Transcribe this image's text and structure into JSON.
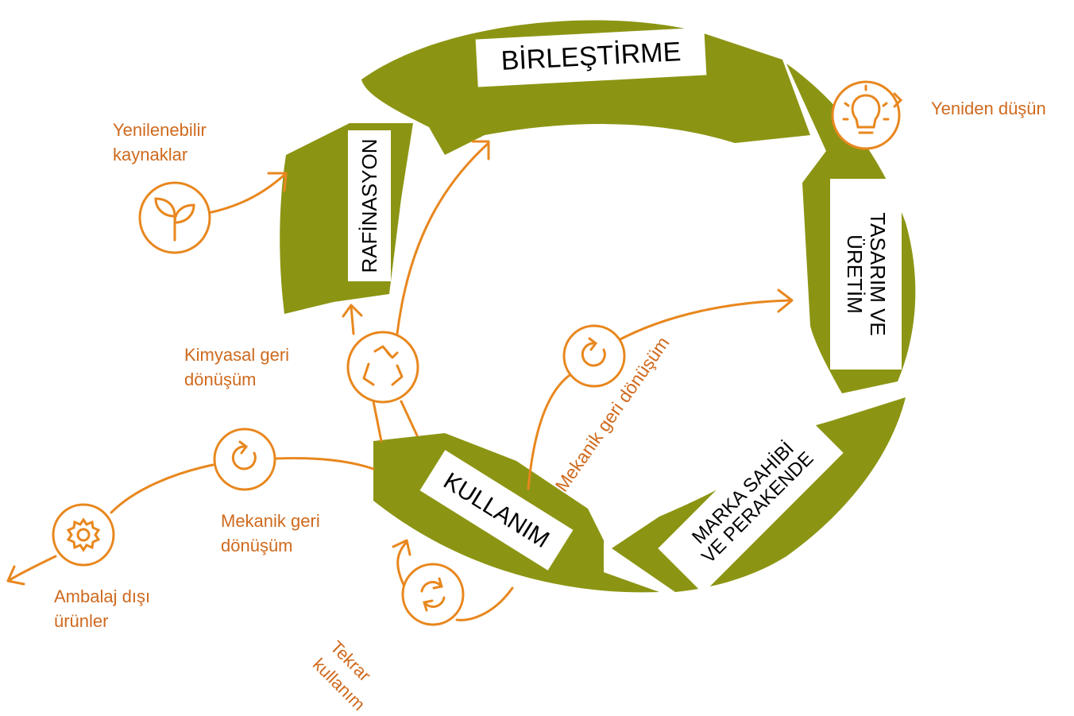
{
  "colors": {
    "ring_green": "#8c9513",
    "accent_orange": "#e8871e",
    "text_orange": "#cf6a1e",
    "label_bg": "#ffffff",
    "label_text": "#000000"
  },
  "stages": {
    "birlestirme": "BİRLEŞTİRME",
    "tasarim": "TASARIM VE\nÜRETİM",
    "marka": "MARKA SAHİBİ\nVE PERAKENDE",
    "kullanim": "KULLANIM",
    "rafinasyon": "RAFİNASYON"
  },
  "labels": {
    "yeniden_dusun": "Yeniden düşün",
    "yenilenebilir": "Yenilenebilir\nkaynaklar",
    "kimyasal": "Kimyasal geri\ndönüşüm",
    "mekanik_inner": "Mekanik geri dönüşüm",
    "mekanik_outer": "Mekanik geri\ndönüşüm",
    "ambalaj": "Ambalaj dışı\nürünler",
    "tekrar": "Tekrar\nkullanım"
  },
  "icons": [
    "lightbulb-icon",
    "sprout-icon",
    "recycle-icon",
    "refresh-icon",
    "gear-icon"
  ]
}
